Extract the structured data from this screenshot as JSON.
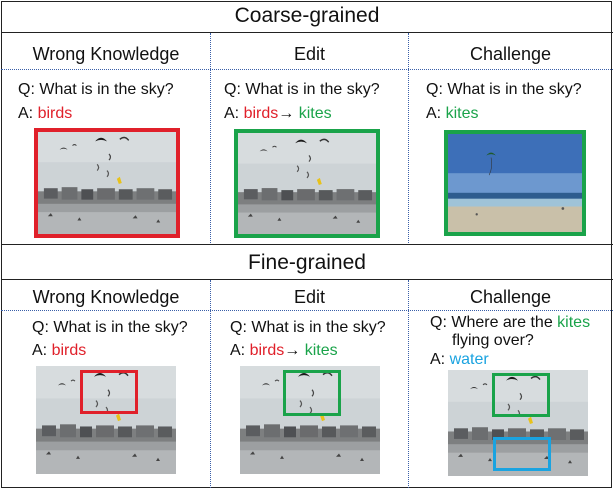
{
  "sections": {
    "coarse": {
      "title": "Coarse-grained",
      "columns": [
        {
          "head": "Wrong Knowledge",
          "q": "Q: What is in the sky?",
          "a_prefix": "A: ",
          "a_old": "birds",
          "a_new": ""
        },
        {
          "head": "Edit",
          "q": "Q: What is in the sky?",
          "a_prefix": "A: ",
          "a_old": "birds",
          "arrow": "→ ",
          "a_new": "kites"
        },
        {
          "head": "Challenge",
          "q": "Q: What is in the sky?",
          "a_prefix": "A: ",
          "a_new": "kites"
        }
      ]
    },
    "fine": {
      "title": "Fine-grained",
      "columns": [
        {
          "head": "Wrong Knowledge",
          "q": "Q: What is in the sky?",
          "a_prefix": "A: ",
          "a_old": "birds"
        },
        {
          "head": "Edit",
          "q": "Q: What is in the sky?",
          "a_prefix": "A: ",
          "a_old": "birds",
          "arrow": "→ ",
          "a_new": "kites"
        },
        {
          "head": "Challenge",
          "q_part1": "Q: Where are the ",
          "q_kites": "kites",
          "q_part2": "flying over?",
          "a_prefix": "A: ",
          "a_water": "water"
        }
      ]
    }
  },
  "colors": {
    "wrong": "#e0202a",
    "edit": "#1aa34a",
    "challenge_water": "#1aa3e0"
  }
}
